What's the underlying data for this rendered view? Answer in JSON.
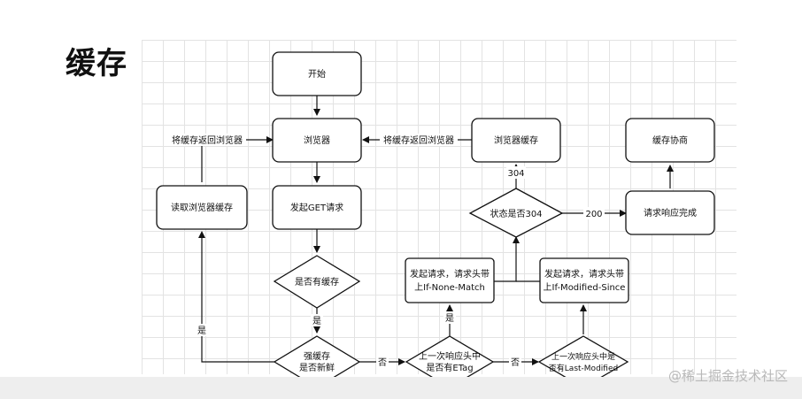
{
  "title": "缓存",
  "nodes": {
    "start": "开始",
    "browser": "浏览器",
    "browser_cache": "浏览器缓存",
    "cache_negotiation": "缓存协商",
    "read_browser_cache": "读取浏览器缓存",
    "send_get": "发起GET请求",
    "has_cache": "是否有缓存",
    "status_304": "状态是否304",
    "response_complete": "请求响应完成",
    "if_none_match_line1": "发起请求，请求头带",
    "if_none_match_line2": "上If-None-Match",
    "if_modified_since_line1": "发起请求，请求头带",
    "if_modified_since_line2": "上If-Modified-Since",
    "strong_cache_line1": "强缓存",
    "strong_cache_line2": "是否新鲜",
    "has_etag_line1": "上一次响应头中",
    "has_etag_line2": "是否有ETag",
    "has_last_modified_line1": "上一次响应头中是",
    "has_last_modified_line2": "否有Last-Modified"
  },
  "edge_labels": {
    "return_to_browser_left": "将缓存返回浏览器",
    "return_to_browser_right": "将缓存返回浏览器",
    "code_304": "304",
    "code_200": "200",
    "yes_has_cache": "是",
    "yes_fresh": "是",
    "no_not_fresh": "否",
    "yes_has_etag": "是",
    "no_etag": "否"
  },
  "watermark": "@稀土掘金技术社区"
}
